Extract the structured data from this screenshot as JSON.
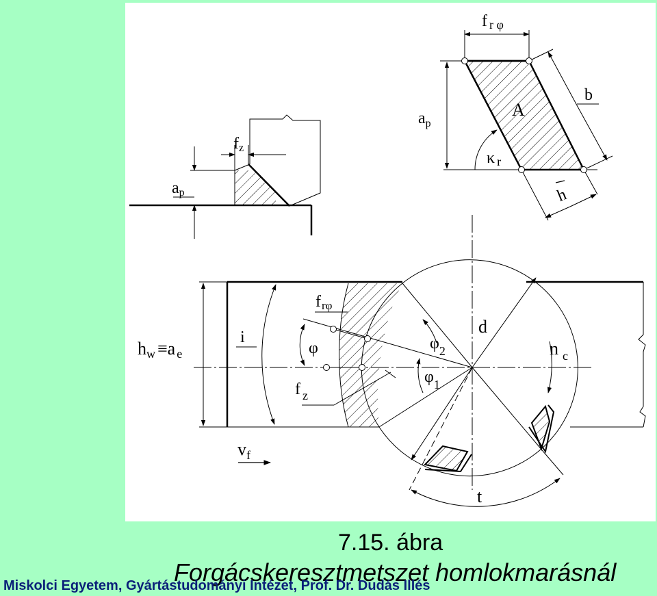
{
  "caption": {
    "number": "7.15. ábra",
    "title": "Forgácskeresztmetszet homlokmarásnál"
  },
  "footer": {
    "credit": "Miskolci Egyetem, Gyártástudományi Intézet, Prof. Dr. Dudás Illés"
  },
  "labels": {
    "side_view_ap": "a",
    "side_view_ap_sub": "p",
    "side_view_fz": "f",
    "side_view_fz_sub": "z",
    "section_fr": "f",
    "section_fr_sub": "r φ",
    "section_ap": "a",
    "section_ap_sub": "p",
    "section_A": "A",
    "section_b": "b",
    "section_kappa": "κ",
    "section_kappa_sub": "r",
    "section_h": "h",
    "plan_hw": "h",
    "plan_hw_sub": "w",
    "plan_equiv": "≡",
    "plan_ae": "a",
    "plan_ae_sub": "e",
    "plan_i": "i",
    "plan_fr": "f",
    "plan_fr_sub": "rφ",
    "plan_phi": "φ",
    "plan_phi2": "φ",
    "plan_phi2_sub": "2",
    "plan_phi1": "φ",
    "plan_phi1_sub": "1",
    "plan_fz": "f",
    "plan_fz_sub": "z",
    "plan_d": "d",
    "plan_n": "n",
    "plan_n_sub": "c",
    "plan_vf": "v",
    "plan_vf_sub": "f",
    "plan_t": "t"
  },
  "colors": {
    "background": "#a6ffc4",
    "panel": "#ffffff",
    "ink": "#000000",
    "footer_text": "#0a1f78"
  }
}
